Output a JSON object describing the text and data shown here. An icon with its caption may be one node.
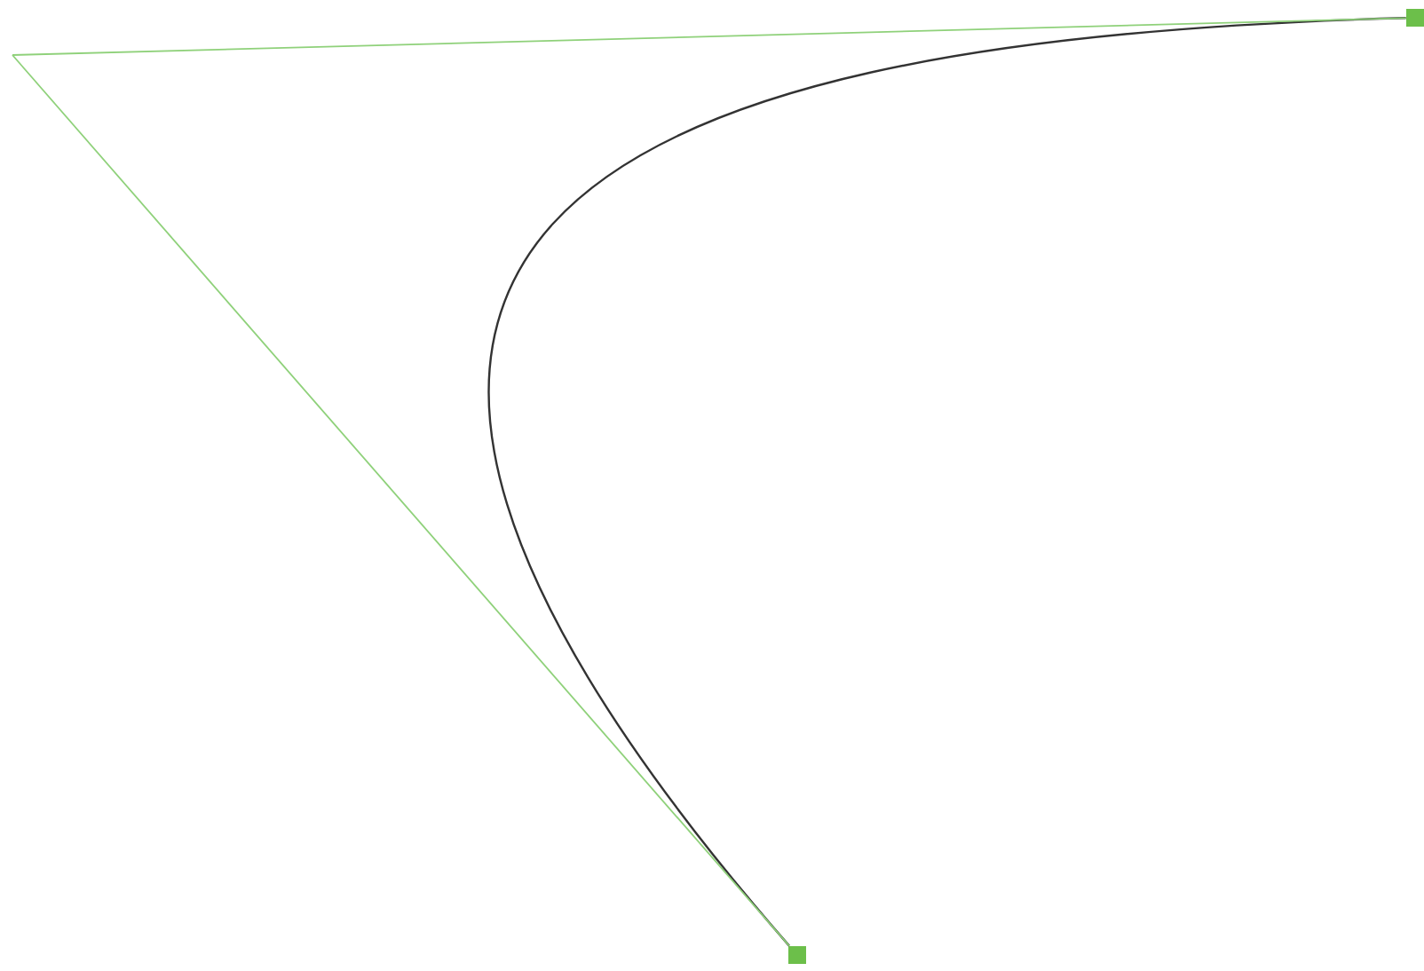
{
  "diagram": {
    "nodes": [
      {
        "text": [],
        "shape": "box"
      },
      {
        "text": [],
        "shape": "box"
      }
    ],
    "edges": [
      {
        "from": 0,
        "to": 1,
        "arrow": "none",
        "color": "#333333"
      },
      {
        "from": 0,
        "to": null,
        "arrow": "none",
        "color": "#8fd17a"
      },
      {
        "from": 1,
        "to": null,
        "arrow": "none",
        "color": "#8fd17a"
      }
    ]
  }
}
